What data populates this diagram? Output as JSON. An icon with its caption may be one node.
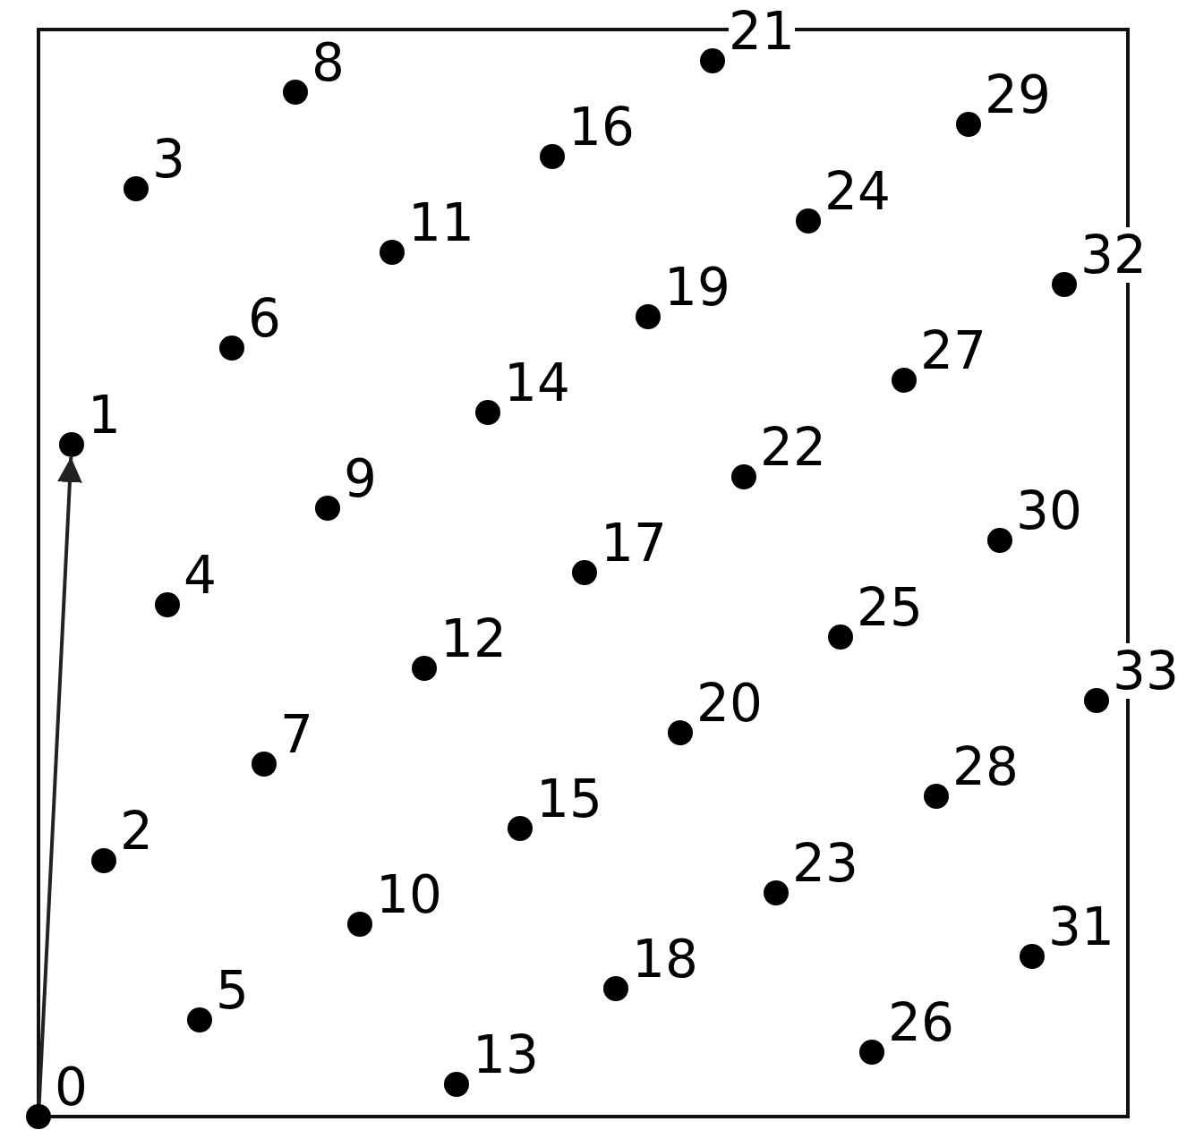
{
  "diagram": {
    "nodes": [
      {
        "text": [
          "0"
        ]
      },
      {
        "text": [
          "1"
        ]
      },
      {
        "text": [
          "2"
        ]
      },
      {
        "text": [
          "3"
        ]
      },
      {
        "text": [
          "4"
        ]
      },
      {
        "text": [
          "5"
        ]
      },
      {
        "text": [
          "6"
        ]
      },
      {
        "text": [
          "7"
        ]
      },
      {
        "text": [
          "8"
        ]
      },
      {
        "text": [
          "9"
        ]
      },
      {
        "text": [
          "10"
        ]
      },
      {
        "text": [
          "11"
        ]
      },
      {
        "text": [
          "12"
        ]
      },
      {
        "text": [
          "13"
        ]
      },
      {
        "text": [
          "14"
        ]
      },
      {
        "text": [
          "15"
        ]
      },
      {
        "text": [
          "16"
        ]
      },
      {
        "text": [
          "17"
        ]
      },
      {
        "text": [
          "18"
        ]
      },
      {
        "text": [
          "19"
        ]
      },
      {
        "text": [
          "20"
        ]
      },
      {
        "text": [
          "21"
        ]
      },
      {
        "text": [
          "22"
        ]
      },
      {
        "text": [
          "23"
        ]
      },
      {
        "text": [
          "24"
        ]
      },
      {
        "text": [
          "25"
        ]
      },
      {
        "text": [
          "26"
        ]
      },
      {
        "text": [
          "27"
        ]
      },
      {
        "text": [
          "28"
        ]
      },
      {
        "text": [
          "29"
        ]
      },
      {
        "text": [
          "30"
        ]
      },
      {
        "text": [
          "31"
        ]
      },
      {
        "text": [
          "32"
        ]
      },
      {
        "text": [
          "33"
        ]
      }
    ],
    "edges": [
      {
        "from": 0,
        "to": 1,
        "arrow": "to"
      }
    ]
  }
}
